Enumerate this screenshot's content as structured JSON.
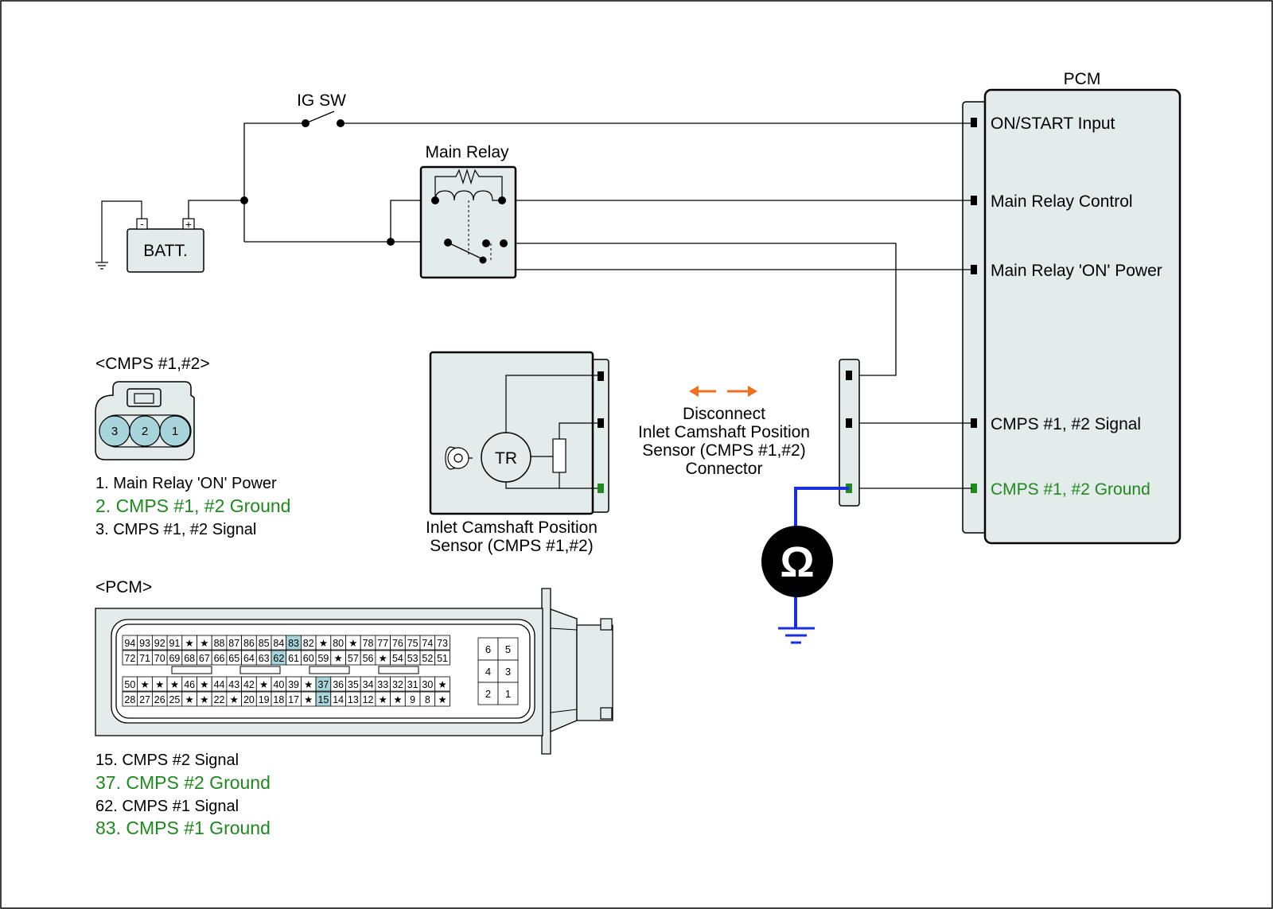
{
  "colors": {
    "line": "#000000",
    "ground_green": "#1e8a1e",
    "probe_blue": "#1a2fe0",
    "arrow_orange": "#f07020",
    "pin_blue": "#a8d4dc",
    "panel_fill": "#e4ebeb"
  },
  "labels": {
    "ig_sw": "IG SW",
    "main_relay": "Main Relay",
    "batt": "BATT.",
    "batt_minus": "-",
    "batt_plus": "+",
    "pcm": "PCM",
    "tr": "TR",
    "ohm": "Ω"
  },
  "pcm_pins": [
    "ON/START Input",
    "Main Relay Control",
    "Main Relay 'ON' Power",
    "CMPS #1, #2 Signal",
    "CMPS #1, #2 Ground"
  ],
  "disconnect_note": [
    "Disconnect",
    "Inlet Camshaft Position",
    "Sensor (CMPS #1,#2)",
    "Connector"
  ],
  "sensor_caption": [
    "Inlet Camshaft Position",
    "Sensor (CMPS #1,#2)"
  ],
  "cmps_connector": {
    "title": "<CMPS #1,#2>",
    "pins": [
      "3",
      "2",
      "1"
    ],
    "legend": [
      "1. Main Relay 'ON' Power",
      "2. CMPS #1, #2 Ground",
      "3. CMPS #1, #2 Signal"
    ]
  },
  "pcm_connector": {
    "title": "<PCM>",
    "rows": [
      [
        "94",
        "93",
        "92",
        "91",
        "★",
        "★",
        "88",
        "87",
        "86",
        "85",
        "84",
        "83",
        "82",
        "★",
        "80",
        "★",
        "78",
        "77",
        "76",
        "75",
        "74",
        "73"
      ],
      [
        "72",
        "71",
        "70",
        "69",
        "68",
        "67",
        "66",
        "65",
        "64",
        "63",
        "62",
        "61",
        "60",
        "59",
        "★",
        "57",
        "56",
        "★",
        "54",
        "53",
        "52",
        "51"
      ],
      [
        "50",
        "★",
        "★",
        "★",
        "46",
        "★",
        "44",
        "43",
        "42",
        "★",
        "40",
        "39",
        "★",
        "37",
        "36",
        "35",
        "34",
        "33",
        "32",
        "31",
        "30",
        "★"
      ],
      [
        "28",
        "27",
        "26",
        "25",
        "★",
        "★",
        "22",
        "★",
        "20",
        "19",
        "18",
        "17",
        "★",
        "15",
        "14",
        "13",
        "12",
        "★",
        "★",
        "9",
        "8",
        "★"
      ]
    ],
    "highlighted": [
      "83",
      "62",
      "37",
      "15"
    ],
    "small_block": [
      [
        "6",
        "5"
      ],
      [
        "4",
        "3"
      ],
      [
        "2",
        "1"
      ]
    ],
    "legend": [
      "15. CMPS #2 Signal",
      "37. CMPS #2 Ground",
      "62. CMPS #1 Signal",
      "83. CMPS #1 Ground"
    ]
  }
}
